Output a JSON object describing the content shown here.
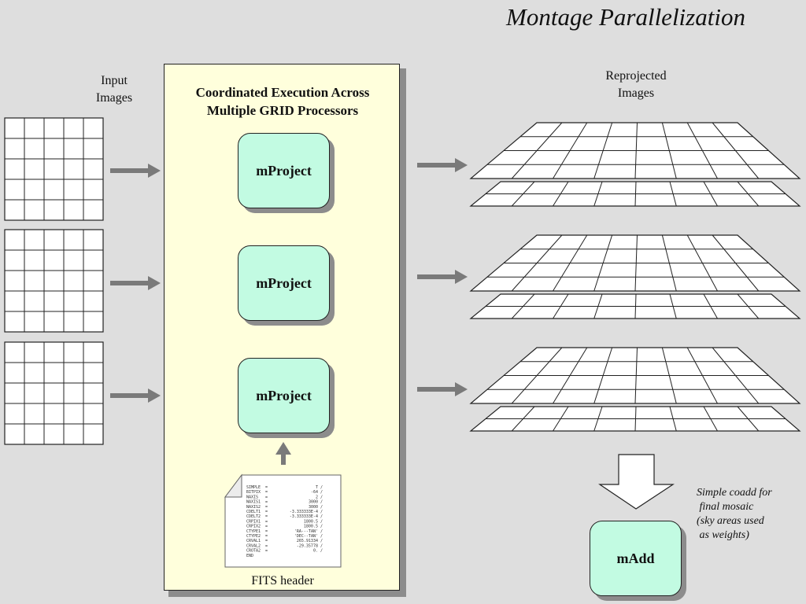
{
  "title": "Montage Parallelization",
  "input_label": "Input\nImages",
  "reprojected_label": "Reprojected\nImages",
  "panel_title": "Coordinated Execution Across\nMultiple GRID Processors",
  "process_boxes": [
    "mProject",
    "mProject",
    "mProject"
  ],
  "fits_label": "FITS header",
  "fits_lines": [
    [
      "SIMPLE",
      "=",
      "T /"
    ],
    [
      "BITPIX",
      "=",
      "-64 /"
    ],
    [
      "NAXIS",
      "=",
      "2 /"
    ],
    [
      "NAXIS1",
      "=",
      "3000 /"
    ],
    [
      "NAXIS2",
      "=",
      "3000 /"
    ],
    [
      "CDELT1",
      "=",
      "-3.333333E-4 /"
    ],
    [
      "CDELT2",
      "=",
      "-3.333333E-4 /"
    ],
    [
      "CRPIX1",
      "=",
      "1800.5 /"
    ],
    [
      "CRPIX2",
      "=",
      "1800.5 /"
    ],
    [
      "CTYPE1",
      "=",
      "'RA---TAN' /"
    ],
    [
      "CTYPE2",
      "=",
      "'DEC--TAN' /"
    ],
    [
      "CRVAL1",
      "=",
      "265.91334 /"
    ],
    [
      "CRVAL2",
      "=",
      "-29.35778 /"
    ],
    [
      "CROTA2",
      "=",
      "0. /"
    ],
    [
      "END",
      "",
      ""
    ]
  ],
  "final_box": "mAdd",
  "note": "Simple coadd for\n final mosaic\n(sky areas used\n as weights)",
  "colors": {
    "background": "#dedede",
    "panel": "#ffffdc",
    "box": "#c2fbe2",
    "arrow": "#7a7a7a"
  }
}
